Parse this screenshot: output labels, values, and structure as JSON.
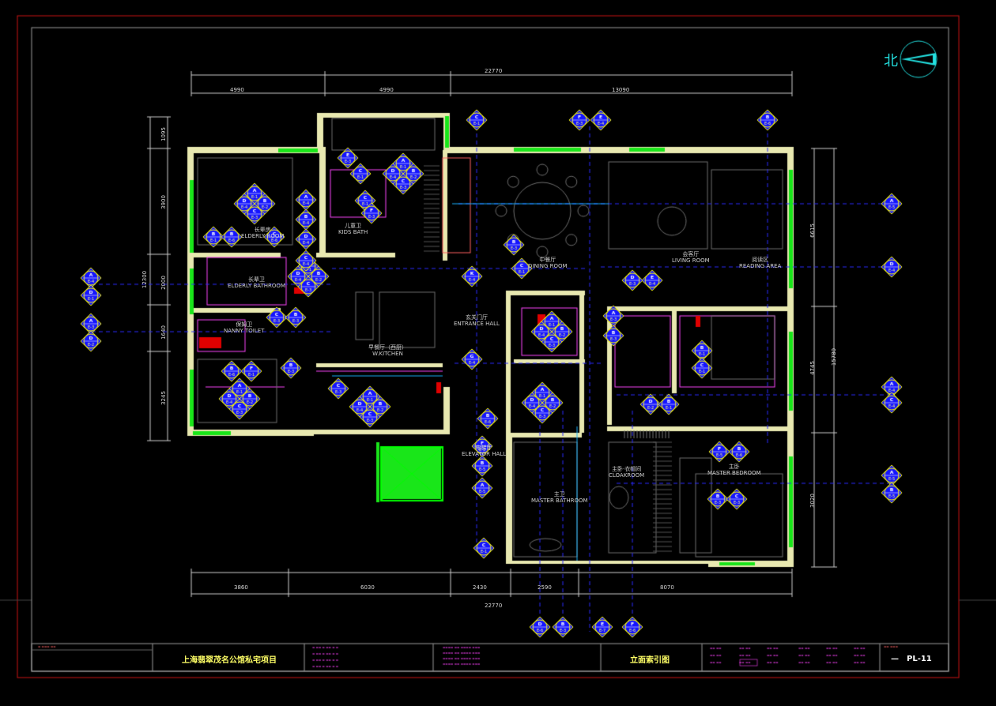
{
  "drawing": {
    "north_label": "北",
    "dims_top": {
      "overall": "22770",
      "seg": [
        "4990",
        "4990",
        "13090"
      ]
    },
    "dims_bottom": {
      "overall": "22770",
      "seg": [
        "3860",
        "6030",
        "2430",
        "2590",
        "8070"
      ]
    },
    "dims_left": {
      "overall": "12300",
      "seg": [
        "1095",
        "3900",
        "2000",
        "1640",
        "3245"
      ]
    },
    "dims_right": {
      "overall": "15780",
      "seg": [
        "6615",
        "4745",
        "3020"
      ]
    },
    "rooms": [
      {
        "name": "中餐厅",
        "en": "DINING ROOM"
      },
      {
        "name": "会客厅",
        "en": "LIVING ROOM"
      },
      {
        "name": "阅读区",
        "en": "READING AREA"
      },
      {
        "name": "玄关门厅",
        "en": "ENTRANCE HALL"
      },
      {
        "name": "早餐厅（西厨）",
        "en": "W.KITCHEN"
      },
      {
        "name": "长辈房",
        "en": "ELDERLY ROOM"
      },
      {
        "name": "长辈卫",
        "en": "ELDERLY BATHROOM"
      },
      {
        "name": "保姆卫",
        "en": "NANNY TOILET"
      },
      {
        "name": "儿童卫",
        "en": "KIDS BATH"
      },
      {
        "name": "电梯厅",
        "en": "ELEVATOR HALL"
      },
      {
        "name": "主卫",
        "en": "MASTER BATHROOM"
      },
      {
        "name": "主卧·衣帽间",
        "en": "CLOAKROOM"
      },
      {
        "name": "主卧",
        "en": "MASTER BEDROOM"
      }
    ],
    "markers": {
      "top": [
        {
          "l": "C",
          "s": "E-1"
        },
        {
          "l": "F",
          "s": "E-3"
        },
        {
          "l": "E",
          "s": "E-4"
        },
        {
          "l": "B",
          "s": "E-6"
        }
      ],
      "bottom": [
        {
          "l": "D",
          "s": "E-6"
        },
        {
          "l": "B",
          "s": "E-3"
        },
        {
          "l": "E",
          "s": "E-7"
        },
        {
          "l": "F",
          "s": "E-6"
        }
      ],
      "left": [
        {
          "l": "A",
          "s": "E-4"
        },
        {
          "l": "D",
          "s": "E-1"
        },
        {
          "l": "A",
          "s": "E-3"
        },
        {
          "l": "D",
          "s": "E-2"
        }
      ],
      "right": [
        {
          "l": "A",
          "s": "E-5"
        },
        {
          "l": "D",
          "s": "E-4"
        },
        {
          "l": "A",
          "s": "E-4"
        },
        {
          "l": "C",
          "s": "E-4"
        },
        {
          "l": "A",
          "s": "E-5"
        },
        {
          "l": "B",
          "s": "E-5"
        }
      ]
    }
  },
  "title_block": {
    "project_name": "上海翡翠茂名公馆私宅项目",
    "drawing_name": "立面索引图",
    "sheet_no": "PL-11",
    "sheet_prefix": "—"
  },
  "colors": {
    "wall": "#e8e8b0",
    "window": "#19e619",
    "marker": "#1414ff",
    "frame": "#c81414",
    "cad_yellow": "#ffff00"
  }
}
